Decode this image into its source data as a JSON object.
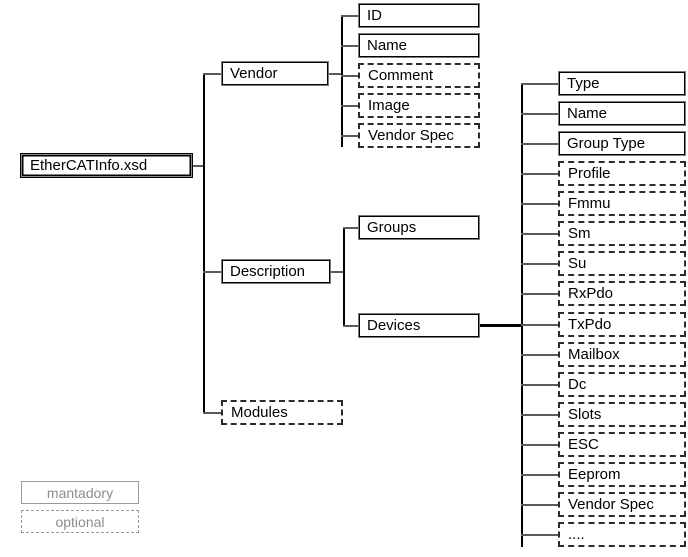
{
  "diagram": {
    "title": "EtherCATInfo.xsd",
    "root": {
      "label": "EtherCATInfo.xsd",
      "kind": "mandatory"
    },
    "level1": [
      {
        "label": "Vendor",
        "kind": "mandatory"
      },
      {
        "label": "Description",
        "kind": "mandatory"
      },
      {
        "label": "Modules",
        "kind": "optional"
      }
    ],
    "vendor_children": [
      {
        "label": "ID",
        "kind": "mandatory"
      },
      {
        "label": "Name",
        "kind": "mandatory"
      },
      {
        "label": "Comment",
        "kind": "optional"
      },
      {
        "label": "Image",
        "kind": "optional"
      },
      {
        "label": "Vendor Spec",
        "kind": "optional"
      }
    ],
    "description_children": [
      {
        "label": "Groups",
        "kind": "mandatory"
      },
      {
        "label": "Devices",
        "kind": "mandatory"
      }
    ],
    "devices_children": [
      {
        "label": "Type",
        "kind": "mandatory"
      },
      {
        "label": "Name",
        "kind": "mandatory"
      },
      {
        "label": "Group Type",
        "kind": "mandatory"
      },
      {
        "label": "Profile",
        "kind": "optional"
      },
      {
        "label": "Fmmu",
        "kind": "optional"
      },
      {
        "label": "Sm",
        "kind": "optional"
      },
      {
        "label": "Su",
        "kind": "optional"
      },
      {
        "label": "RxPdo",
        "kind": "optional"
      },
      {
        "label": "TxPdo",
        "kind": "optional"
      },
      {
        "label": "Mailbox",
        "kind": "optional"
      },
      {
        "label": "Dc",
        "kind": "optional"
      },
      {
        "label": "Slots",
        "kind": "optional"
      },
      {
        "label": "ESC",
        "kind": "optional"
      },
      {
        "label": "Eeprom",
        "kind": "optional"
      },
      {
        "label": "Vendor Spec",
        "kind": "optional"
      },
      {
        "label": "....",
        "kind": "optional"
      }
    ],
    "legend": [
      {
        "label": "mantadory",
        "kind": "mandatory"
      },
      {
        "label": "optional",
        "kind": "optional"
      }
    ],
    "colors": {
      "line": "#000000",
      "line_light": "#5a5a5a",
      "box_border_mandatory": "#000000",
      "box_border_optional": "#2b2b2b",
      "legend_text": "#8d8d8d",
      "background": "#ffffff"
    }
  }
}
